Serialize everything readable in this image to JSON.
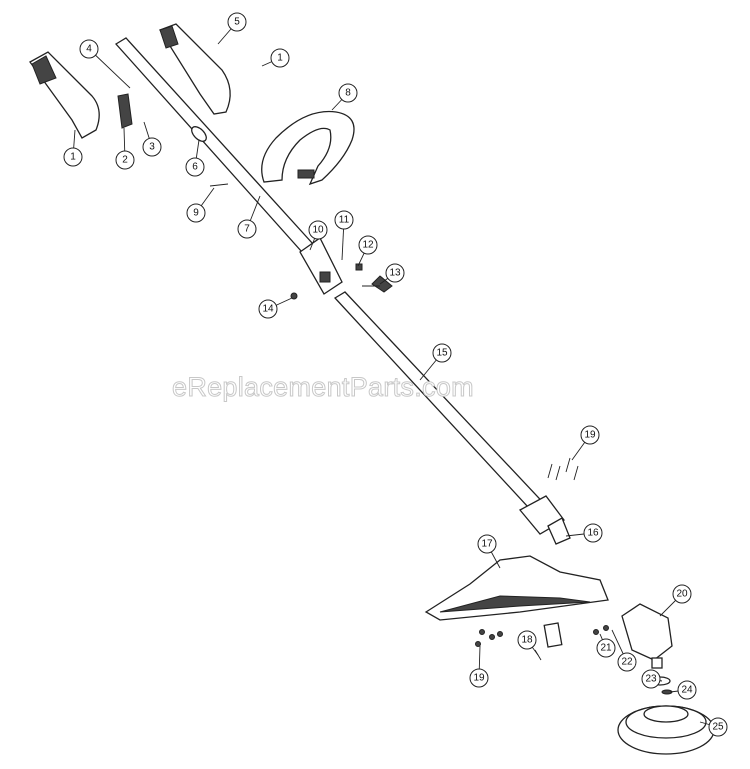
{
  "watermark": "eReplacementParts.com",
  "callouts": [
    "1",
    "2",
    "3",
    "4",
    "5",
    "1",
    "8",
    "6",
    "9",
    "7",
    "10",
    "11",
    "12",
    "13",
    "14",
    "15",
    "19",
    "16",
    "17",
    "20",
    "21",
    "22",
    "18",
    "19",
    "23",
    "24",
    "25"
  ]
}
